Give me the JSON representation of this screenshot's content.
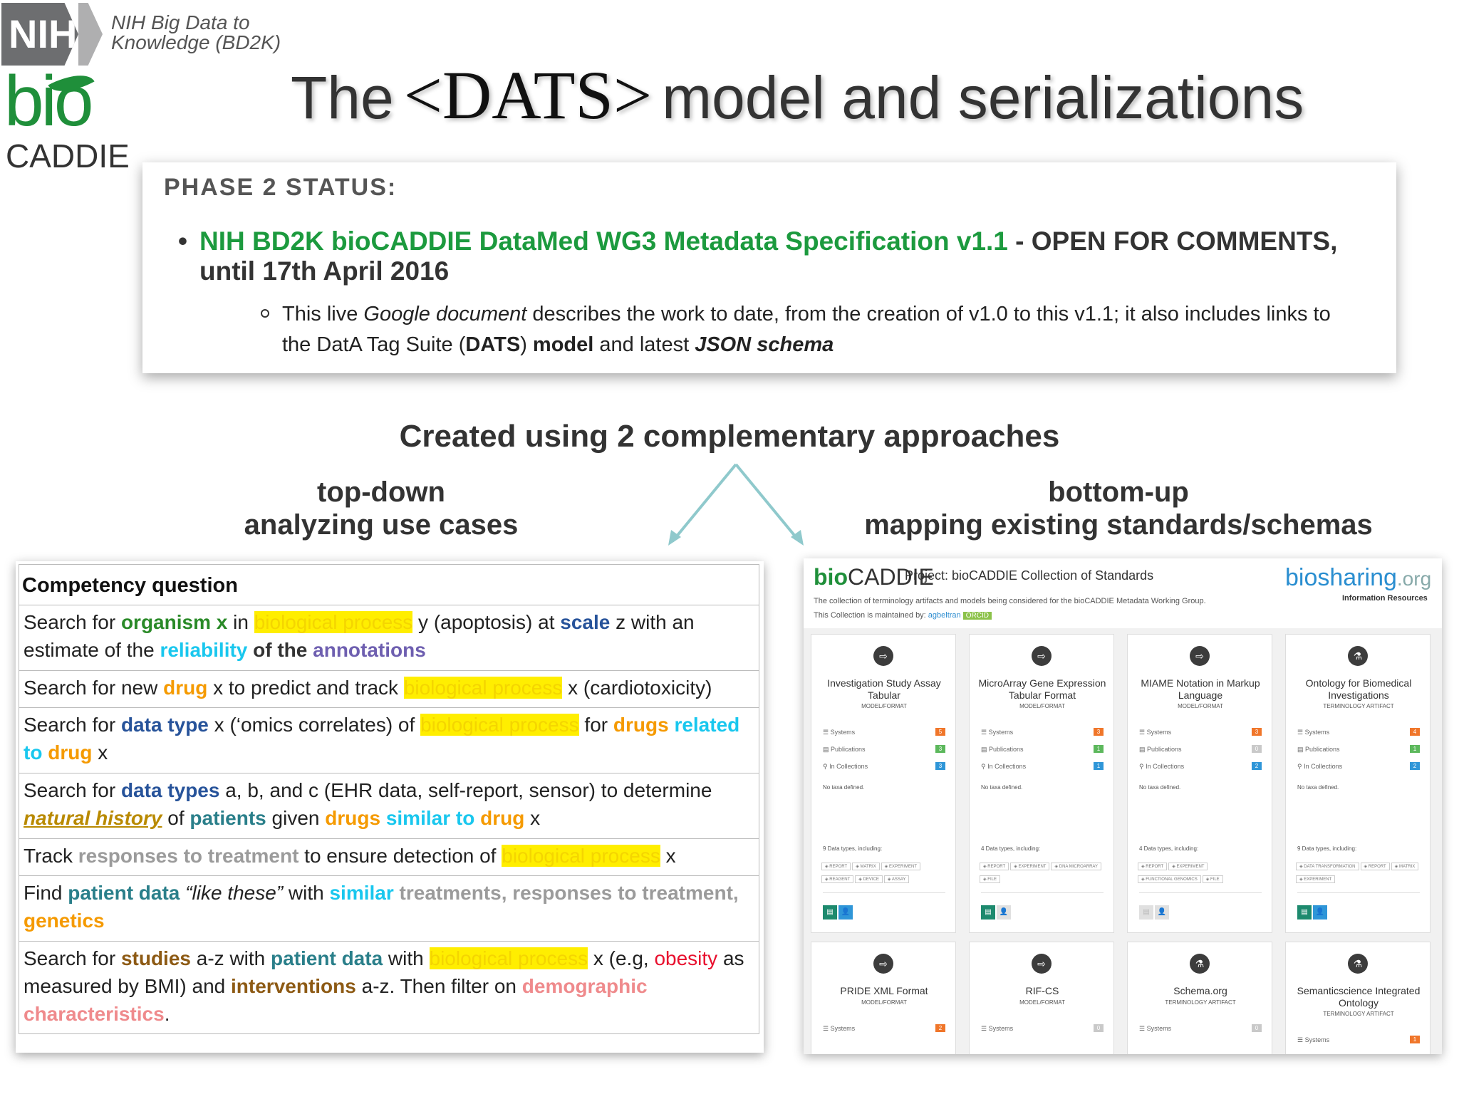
{
  "logos": {
    "nih": "NIH",
    "nih_caption_line1": "NIH Big Data to",
    "nih_caption_line2": "Knowledge (BD2K)",
    "bio": "bio",
    "caddie": "CADDIE"
  },
  "title": {
    "pre": "The",
    "dats": "<DATS>",
    "post": "model and serializations"
  },
  "status": {
    "heading": "PHASE 2 STATUS:",
    "bullet_green": "NIH BD2K bioCADDIE DataMed WG3 Metadata Specification v1.1",
    "bullet_rest": "- OPEN FOR COMMENTS, until 17th April 2016",
    "sub": {
      "t1": "This live ",
      "t2": "Google document",
      "t3": " describes the work to date, from the creation of v1.0 to this v1.1; it also includes links to the DatA Tag Suite (",
      "t4": "DATS",
      "t5": ") ",
      "t6": "model",
      "t7": " and latest ",
      "t8": "JSON schema"
    }
  },
  "approaches": {
    "title": "Created using 2 complementary approaches",
    "topdown_1": "top-down",
    "topdown_2": "analyzing use cases",
    "bottomup_1": "bottom-up",
    "bottomup_2": "mapping existing standards/schemas"
  },
  "competency": {
    "header": "Competency question",
    "r1": [
      "Search for ",
      "organism x",
      " in ",
      "biological process",
      " y (apoptosis) at ",
      "scale",
      " z with an estimate of the ",
      "reliability",
      " of the ",
      "annotations"
    ],
    "r2": [
      "Search for new ",
      "drug",
      " x to predict and track ",
      "biological process",
      " x (cardiotoxicity)"
    ],
    "r3": [
      "Search for ",
      "data type",
      " x (‘omics correlates) of ",
      "biological process",
      " for ",
      "drugs",
      " ",
      "related to",
      " ",
      "drug",
      " x"
    ],
    "r4": [
      "Search for ",
      "data types",
      " a, b, and c (EHR data, self-report, sensor) to determine ",
      "natural history",
      " of ",
      "patients",
      " given ",
      "drugs",
      " ",
      "similar to",
      " ",
      "drug",
      " x"
    ],
    "r5": [
      "Track ",
      "responses to treatment",
      " to ensure detection of ",
      "biological process",
      " x"
    ],
    "r6": [
      "Find ",
      "patient data",
      " ",
      "“like these”",
      " with ",
      "similar",
      " ",
      "treatments, responses to treatment,",
      " ",
      "genetics"
    ],
    "r7": [
      "Search for ",
      "studies",
      " a-z with ",
      "patient data",
      " with ",
      "biological process",
      " x (e.g, ",
      "obesity",
      " as measured by BMI) and ",
      "interventions",
      " a-z. Then filter on ",
      "demographic characteristics",
      "."
    ]
  },
  "standards": {
    "logo_bio": "bio",
    "logo_caddie": "CADDIE",
    "project": "Project: bioCADDIE Collection of Standards",
    "desc": "The collection of terminology artifacts and models being considered for the bioCADDIE Metadata Working Group.",
    "maintained_prefix": "This Collection is maintained by: ",
    "maintainer": "agbeltran",
    "orcid": "ORCID",
    "biosharing": "biosharing",
    "biosharing_org": ".org",
    "biosharing_sub": "Information Resources",
    "labels": {
      "systems": "Systems",
      "publications": "Publications",
      "collections": "In Collections",
      "no_taxa": "No taxa defined."
    },
    "cards": [
      {
        "name": "Investigation Study Assay Tabular",
        "type": "MODEL/FORMAT",
        "systems": "5",
        "publications": "3",
        "collections": "3",
        "dtypes": "9 Data types, including:",
        "tags": [
          "REPORT",
          "MATRIX",
          "EXPERIMENT",
          "REAGENT",
          "DEVICE",
          "ASSAY"
        ]
      },
      {
        "name": "MicroArray Gene Expression Tabular Format",
        "type": "MODEL/FORMAT",
        "systems": "3",
        "publications": "1",
        "collections": "1",
        "dtypes": "4 Data types, including:",
        "tags": [
          "REPORT",
          "EXPERIMENT",
          "DNA MICROARRAY",
          "FILE"
        ]
      },
      {
        "name": "MIAME Notation in Markup Language",
        "type": "MODEL/FORMAT",
        "systems": "3",
        "publications": "0",
        "collections": "2",
        "dtypes": "4 Data types, including:",
        "tags": [
          "REPORT",
          "EXPERIMENT",
          "FUNCTIONAL GENOMICS",
          "FILE"
        ]
      },
      {
        "name": "Ontology for Biomedical Investigations",
        "type": "TERMINOLOGY ARTIFACT",
        "systems": "4",
        "publications": "1",
        "collections": "2",
        "dtypes": "9 Data types, including:",
        "tags": [
          "DATA TRANSFORMATION",
          "REPORT",
          "MATRIX",
          "EXPERIMENT"
        ]
      },
      {
        "name": "PRIDE XML Format",
        "type": "MODEL/FORMAT",
        "systems": "2"
      },
      {
        "name": "RIF-CS",
        "type": "MODEL/FORMAT",
        "systems": "0"
      },
      {
        "name": "Schema.org",
        "type": "TERMINOLOGY ARTIFACT",
        "systems": "0"
      },
      {
        "name": "Semanticscience Integrated Ontology",
        "type": "TERMINOLOGY ARTIFACT",
        "systems": "1"
      }
    ]
  }
}
